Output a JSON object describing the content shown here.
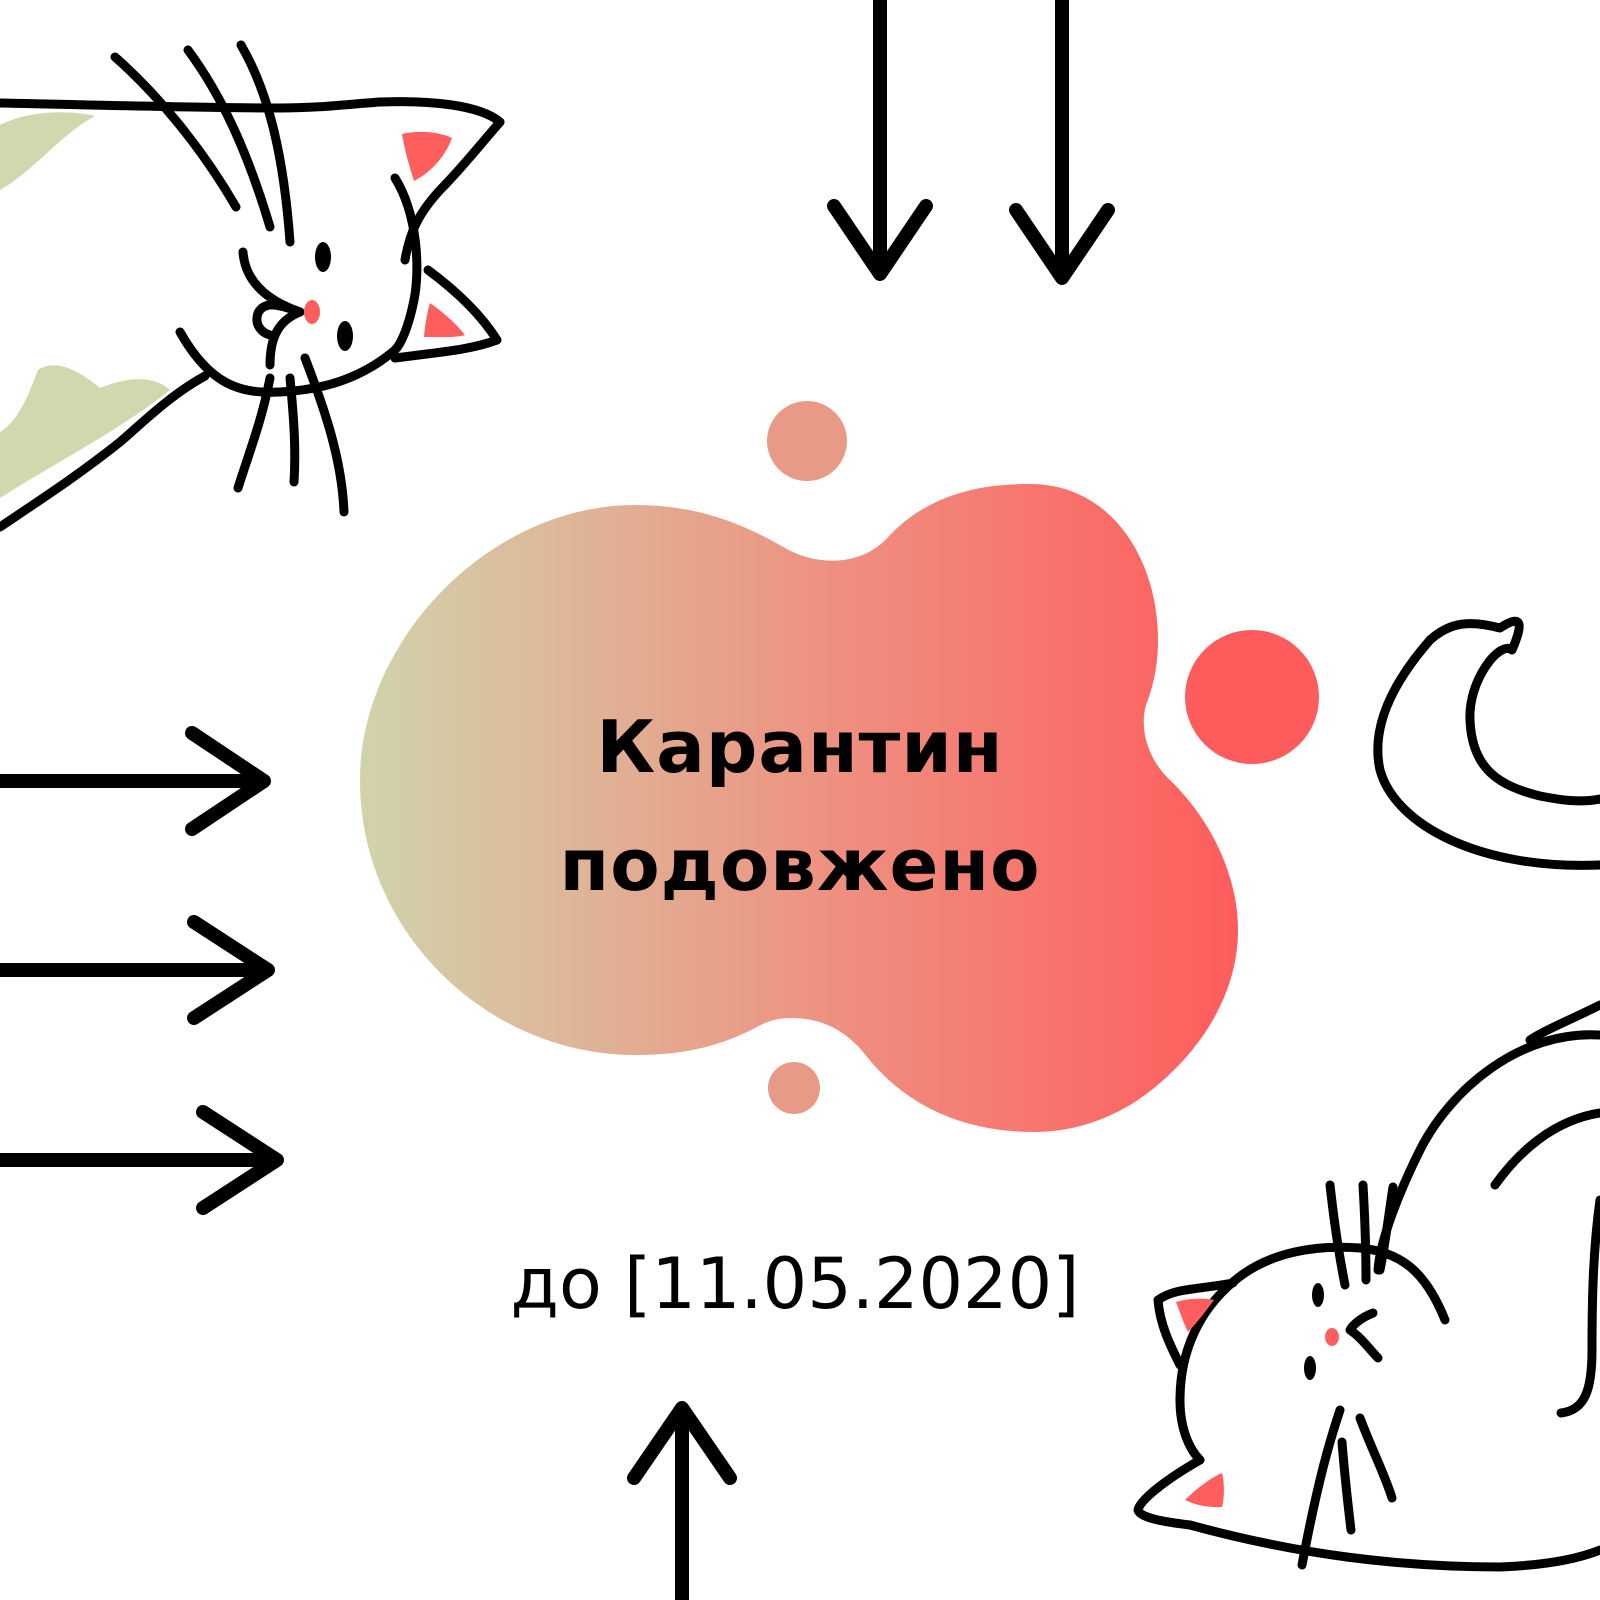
{
  "headline": {
    "line1": "Карантин",
    "line2": "подовжено"
  },
  "date_text": "до [11.05.2020]",
  "colors": {
    "background": "#ffffff",
    "ink": "#000000",
    "blob_gradient_start": "#d1d3ab",
    "blob_gradient_end": "#fe5c5c",
    "dot_muted": "#e89a86",
    "dot_bright": "#fe5c5c",
    "accent_pink": "#fe5e5e",
    "leaf_green": "#d3d7ae"
  },
  "decorations": {
    "arrows": [
      "down-arrow-icon",
      "down-arrow-icon",
      "right-arrow-icon",
      "right-arrow-icon",
      "right-arrow-icon",
      "up-arrow-icon"
    ],
    "illustrations": [
      "cat-hanging-illustration",
      "cat-lying-illustration"
    ]
  }
}
